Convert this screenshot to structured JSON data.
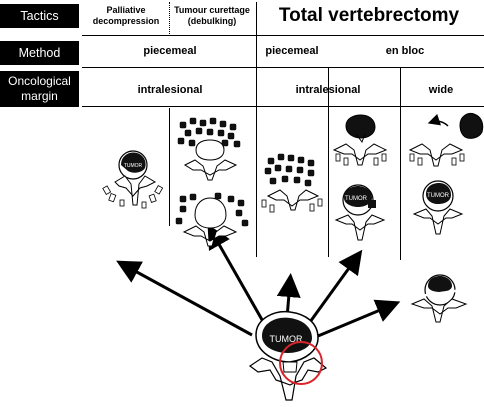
{
  "row_labels": {
    "tactics": "Tactics",
    "method": "Method",
    "oncological_margin_line1": "Oncological",
    "oncological_margin_line2": "margin"
  },
  "tactics": {
    "palliative_line1": "Palliative",
    "palliative_line2": "decompression",
    "curettage_line1": "Tumour curettage",
    "curettage_line2": "(debulking)",
    "total": "Total vertebrectomy"
  },
  "methods": {
    "piecemeal_left": "piecemeal",
    "piecemeal_mid": "piecemeal",
    "en_bloc": "en bloc"
  },
  "margins": {
    "intralesional_left": "intralesional",
    "intralesional_mid": "intralesional",
    "wide": "wide"
  },
  "tumor_labels": {
    "center": "TUMOR",
    "col4": "TUMOR",
    "col5": "TUMOR",
    "col1": "TUMOR"
  },
  "colors": {
    "header_bg": "#000000",
    "header_text": "#ffffff",
    "highlight_circle": "#d9242b",
    "tumor_fill": "#111111"
  }
}
